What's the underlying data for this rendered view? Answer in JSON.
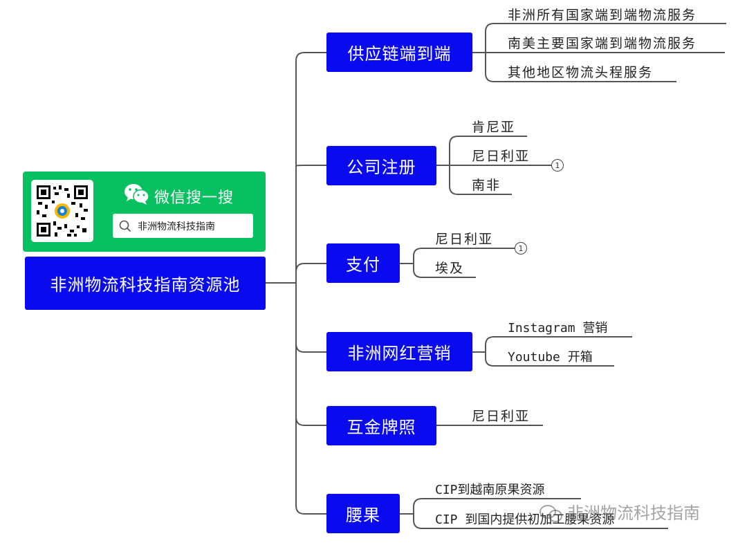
{
  "root": {
    "label": "非洲物流科技指南资源池"
  },
  "wechat_card": {
    "title": "微信搜一搜",
    "search_text": "非洲物流科技指南",
    "accent": "#07c160"
  },
  "branches": [
    {
      "label": "供应链端到端",
      "children": [
        "非洲所有国家端到端物流服务",
        "南美主要国家端到端物流服务",
        "其他地区物流头程服务"
      ]
    },
    {
      "label": "公司注册",
      "children": [
        "肯尼亚",
        "尼日利亚",
        "南非"
      ],
      "badge": "1"
    },
    {
      "label": "支付",
      "children": [
        "尼日利亚",
        "埃及"
      ],
      "badge": "1"
    },
    {
      "label": "非洲网红营销",
      "children": [
        "Instagram 营销",
        "Youtube 开箱"
      ]
    },
    {
      "label": "互金牌照",
      "children": [
        "尼日利亚"
      ]
    },
    {
      "label": "腰果",
      "children": [
        "CIP到越南原果资源",
        "CIP 到国内提供初加工腰果资源"
      ]
    }
  ],
  "watermark": {
    "text": "非洲物流科技指南"
  },
  "colors": {
    "node": "#0a0af0",
    "line": "#555555",
    "leaf_text": "#222222"
  }
}
